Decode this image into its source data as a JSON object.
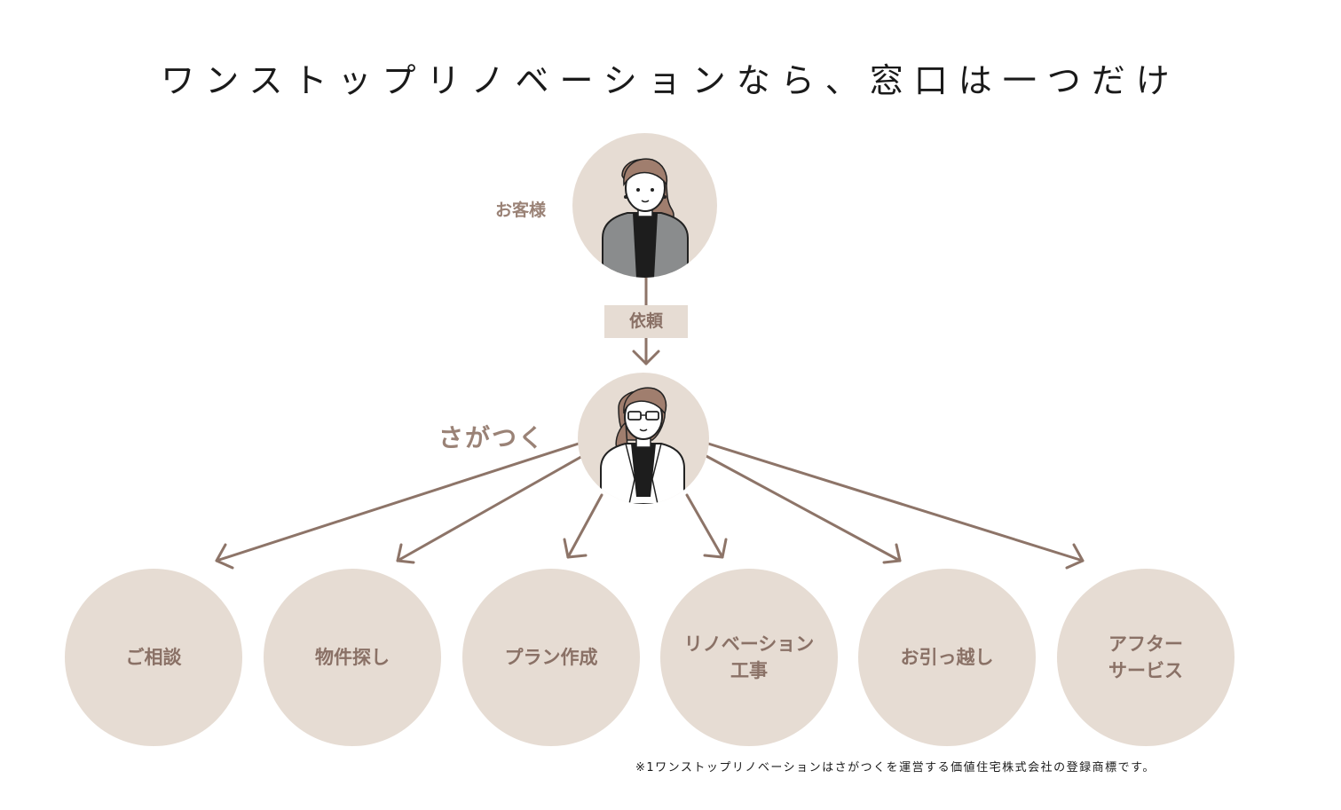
{
  "title": "ワンストップリノベーションなら、窓口は一つだけ",
  "customer": {
    "label": "お客様"
  },
  "request": {
    "label": "依頼"
  },
  "company": {
    "label": "さがつく"
  },
  "services": [
    {
      "label": "ご相談"
    },
    {
      "label": "物件探し"
    },
    {
      "label": "プラン作成"
    },
    {
      "label": "リノベーション\n工事"
    },
    {
      "label": "お引っ越し"
    },
    {
      "label": "アフター\nサービス"
    }
  ],
  "footnote": "※1ワンストップリノベーションはさがつくを運営する価値住宅株式会社の登録商標です。",
  "colors": {
    "circle_fill": "#e6dcd3",
    "label_text": "#8a7166",
    "arrow": "#8d7468"
  }
}
